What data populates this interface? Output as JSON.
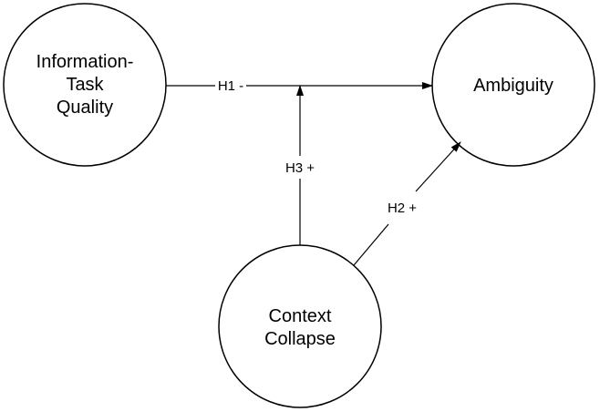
{
  "nodes": {
    "information_task_quality": {
      "lines": [
        "Information-",
        "Task",
        "Quality"
      ]
    },
    "ambiguity": {
      "lines": [
        "Ambiguity"
      ]
    },
    "context_collapse": {
      "lines": [
        "Context",
        "Collapse"
      ]
    }
  },
  "edges": {
    "h1": {
      "label": "H1 -"
    },
    "h2": {
      "label": "H2 +"
    },
    "h3": {
      "label": "H3 +"
    }
  },
  "colors": {
    "stroke": "#000000",
    "background": "#ffffff"
  }
}
